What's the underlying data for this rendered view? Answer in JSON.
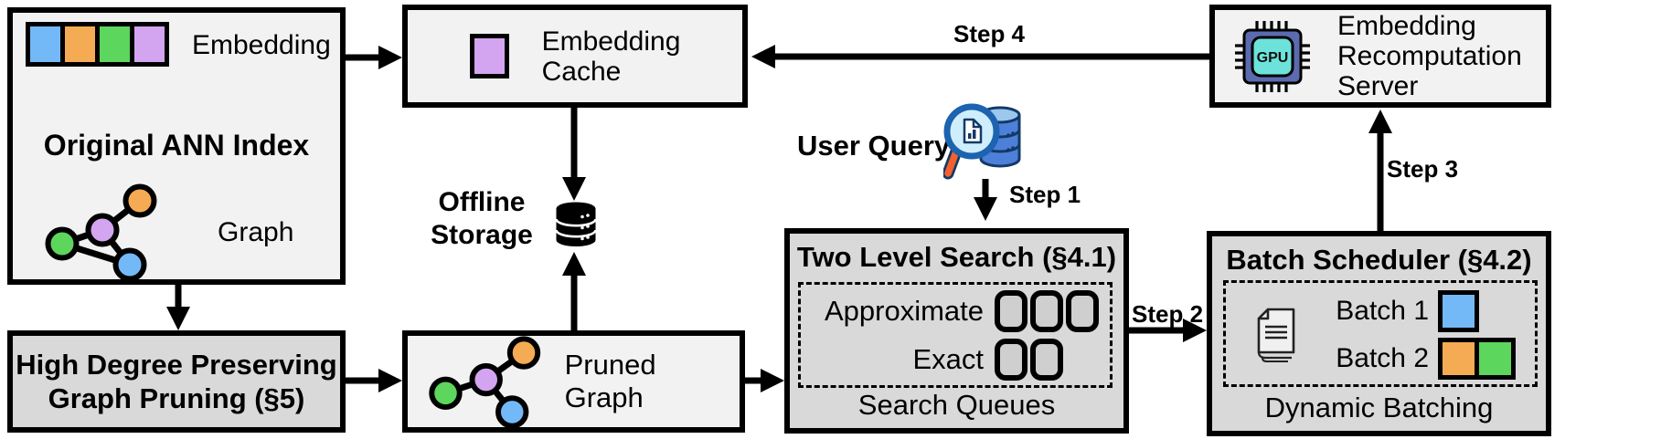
{
  "palette": {
    "blue": "#74b9f7",
    "orange": "#f5ab54",
    "green": "#5cd65c",
    "purple": "#d3a4f0",
    "box_light": "#f2f2f2",
    "box_dark": "#d9d9d9",
    "chip_body": "#5b6bb0",
    "chip_core": "#6ce2da",
    "query_db_blue": "#4d80d8",
    "query_handle_orange": "#f2612d"
  },
  "original_index": {
    "embedding_label": "Embedding",
    "title": "Original ANN Index",
    "graph_label": "Graph"
  },
  "high_degree_pruning": {
    "label": "High Degree Preserving\nGraph Pruning (§5)"
  },
  "embedding_cache": {
    "label": "Embedding\nCache"
  },
  "offline_storage": {
    "label": "Offline\nStorage"
  },
  "pruned_graph": {
    "label": "Pruned Graph"
  },
  "user_query": {
    "label": "User Query"
  },
  "two_level_search": {
    "title": "Two Level Search (§4.1)",
    "approximate_label": "Approximate",
    "exact_label": "Exact",
    "approximate_queue_slots": 3,
    "exact_queue_slots": 2,
    "footer": "Search Queues"
  },
  "batch_scheduler": {
    "title": "Batch Scheduler (§4.2)",
    "batch1_label": "Batch 1",
    "batch2_label": "Batch 2",
    "batch1_colors": [
      "blue"
    ],
    "batch2_colors": [
      "orange",
      "green"
    ],
    "footer": "Dynamic Batching"
  },
  "recomputation_server": {
    "label": "Embedding\nRecomputation\nServer",
    "gpu_chip_text": "GPU"
  },
  "steps": {
    "step1": "Step 1",
    "step2": "Step 2",
    "step3": "Step 3",
    "step4": "Step 4"
  }
}
